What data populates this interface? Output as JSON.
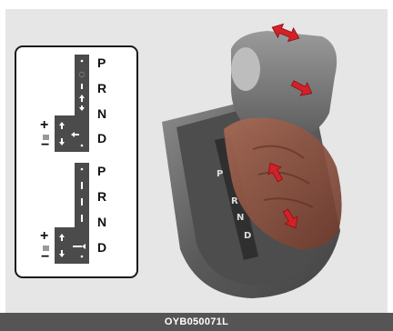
{
  "diagram_top": {
    "gears": [
      "P",
      "R",
      "N",
      "D"
    ],
    "plus": "+",
    "minus": "−"
  },
  "diagram_bottom": {
    "gears": [
      "P",
      "R",
      "N",
      "D"
    ],
    "plus": "+",
    "minus": "−"
  },
  "shifter": {
    "console_labels": [
      "P",
      "R",
      "N",
      "D"
    ]
  },
  "colors": {
    "arrow": "#d42027",
    "hand": "#8b4a3a",
    "console": "#5f5f60",
    "caption_bg": "#555555"
  },
  "caption": "OYB050071L"
}
